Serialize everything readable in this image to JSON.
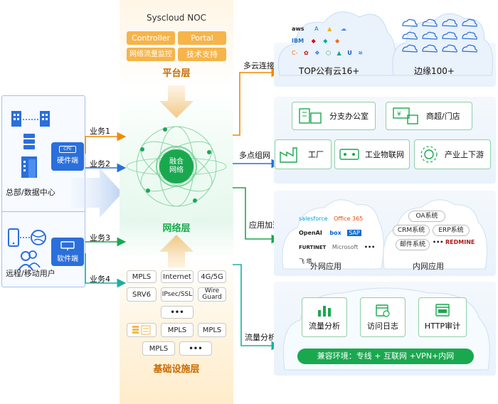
{
  "left": {
    "hq_label": "总部/数据中心",
    "remote_label": "远程/移动用户",
    "hardware": {
      "chip": "CPE",
      "label": "硬件端"
    },
    "software": {
      "label": "软件端"
    }
  },
  "services": [
    "业务1",
    "业务2",
    "业务3",
    "业务4"
  ],
  "platform": {
    "noc_title": "Syscloud NOC",
    "items": [
      "Controller",
      "Portal",
      "网络流量监控",
      "技术支持"
    ],
    "layer_label": "平台层"
  },
  "network": {
    "core": "融合\n网络",
    "core_line1": "融合",
    "core_line2": "网络",
    "layer_label": "网络层"
  },
  "infra": {
    "row1": [
      "MPLS",
      "Internet",
      "4G/5G"
    ],
    "row2": [
      "SRV6",
      "IPsec/SSL",
      "Wire Guard"
    ],
    "wire_line1": "Wire",
    "wire_line2": "Guard",
    "more": "•••",
    "row4": [
      "MPLS",
      "MPLS"
    ],
    "row5": [
      "MPLS"
    ],
    "layer_label": "基础设施层"
  },
  "branches": {
    "multicloud": "多云连接",
    "multisite": "多点组网",
    "appaccel": "应用加速",
    "traffic": "流量分析"
  },
  "clouds": {
    "public": "TOP公有云16+",
    "edge": "边缘100+",
    "vendor_marks": [
      "aws",
      "A",
      "▲",
      "☁",
      "IBM",
      "◆",
      "◆",
      "◆",
      "C-",
      "✿",
      "❖",
      "⬡",
      "▲",
      "U",
      "≋"
    ]
  },
  "sites": {
    "branch_office": "分支办公室",
    "retail": "商超/门店",
    "factory": "工厂",
    "iot": "工业物联网",
    "supply": "产业上下游"
  },
  "apps": {
    "external": {
      "label": "外网应用",
      "items": [
        "salesforce",
        "Office 365",
        "OpenAI",
        "box",
        "SAP",
        "FURTINET",
        "飞 塔",
        "Microsoft",
        "•••"
      ]
    },
    "internal": {
      "label": "内网应用",
      "items": [
        "OA系统",
        "CRM系统",
        "ERP系统",
        "邮件系统",
        "•••",
        "REDMINE"
      ]
    }
  },
  "analysis": {
    "items": [
      "流量分析",
      "访问日志",
      "HTTP审计"
    ],
    "compat": "兼容环境：专线 + 互联网 +VPN+内网"
  },
  "colors": {
    "blue": "#2a6fdb",
    "orange": "#f08a00",
    "green": "#1aa84f",
    "teal": "#19b0a3"
  }
}
